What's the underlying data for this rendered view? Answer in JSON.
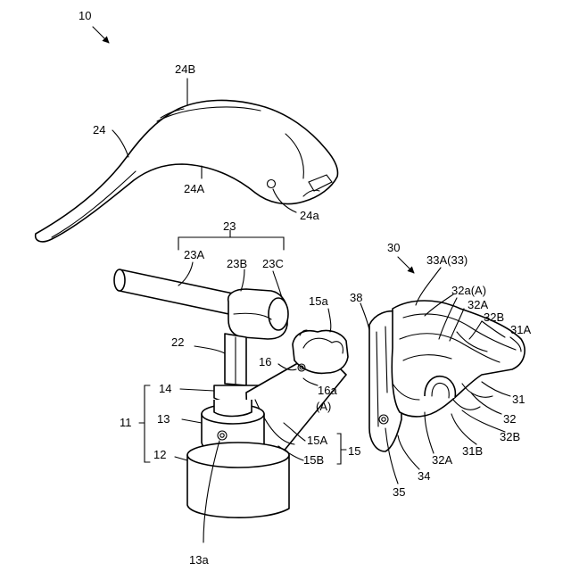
{
  "figure": {
    "labels": {
      "l10": "10",
      "l24B": "24B",
      "l24": "24",
      "l24A": "24A",
      "l24a": "24a",
      "l23": "23",
      "l23A": "23A",
      "l23B": "23B",
      "l23C": "23C",
      "l15a": "15a",
      "l22": "22",
      "l16": "16",
      "l16a": "16a",
      "lA1": "(A)",
      "l14": "14",
      "l11": "11",
      "l13": "13",
      "l12": "12",
      "l15A": "15A",
      "l15B": "15B",
      "l15": "15",
      "l13a": "13a",
      "l30": "30",
      "l33A": "33A(33)",
      "l32aA": "32a(A)",
      "l32A_top": "32A",
      "l32B_top": "32B",
      "l31A": "31A",
      "l38": "38",
      "l31": "31",
      "l32": "32",
      "l32B_bot": "32B",
      "l31B": "31B",
      "l32A_bot": "32A",
      "l34": "34",
      "l35": "35"
    }
  }
}
